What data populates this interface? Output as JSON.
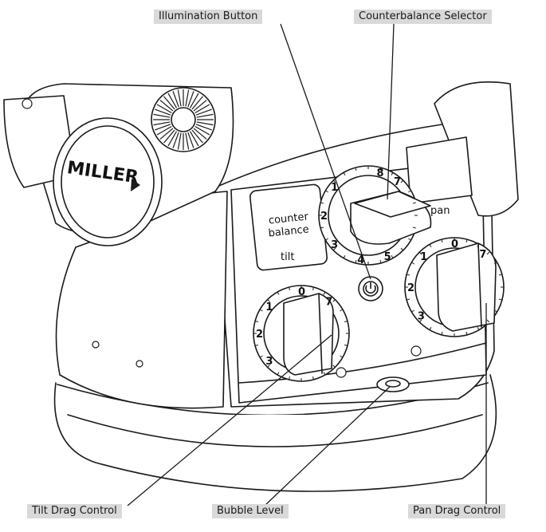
{
  "callouts": {
    "illumination_button": "Illumination Button",
    "counterbalance_selector": "Counterbalance Selector",
    "tilt_drag_control": "Tilt Drag Control",
    "bubble_level": "Bubble Level",
    "pan_drag_control": "Pan Drag Control"
  },
  "device": {
    "brand_logo": "MILLER",
    "counterbalance_label_line1": "counter",
    "counterbalance_label_line2": "balance",
    "tilt_label": "tilt",
    "pan_label": "pan",
    "tilt_dial": {
      "numbers": [
        "0",
        "1",
        "2",
        "3",
        "7"
      ]
    },
    "pan_dial": {
      "numbers": [
        "0",
        "1",
        "2",
        "3",
        "7"
      ]
    },
    "counterbalance_dial": {
      "numbers": [
        "1",
        "2",
        "3",
        "4",
        "5",
        "7",
        "8"
      ]
    }
  },
  "colors": {
    "line": "#1a1a1a",
    "callout_bg": "#d9d9d9",
    "device_fill": "#ffffff"
  }
}
